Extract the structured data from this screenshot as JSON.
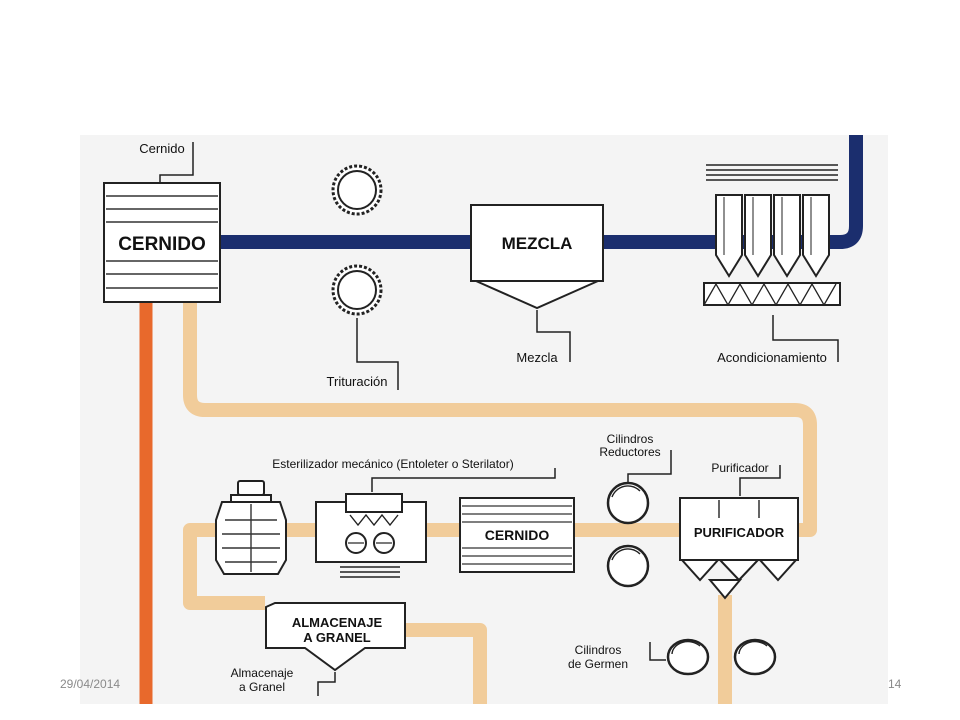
{
  "slide": {
    "date": "29/04/2014",
    "page_number": "14"
  },
  "diagram": {
    "colors": {
      "panel": "#f4f4f4",
      "navy_pipe": "#1b2e6e",
      "tan_pipe": "#f1cc9a",
      "orange_pipe": "#e8692c",
      "outline": "#222222"
    },
    "labels": {
      "cernido_top": "Cernido",
      "cernido_box": "CERNIDO",
      "trituracion": "Trituración",
      "mezcla_box": "MEZCLA",
      "mezcla_label": "Mezcla",
      "acondicionamiento": "Acondicionamiento",
      "esterilizador": "Esterilizador mecánico (Entoleter o Sterilator)",
      "cilindros_reductores_1": "Cilindros",
      "cilindros_reductores_2": "Reductores",
      "purificador_label": "Purificador",
      "purificador_box": "PURIFICADOR",
      "cernido_box_2": "CERNIDO",
      "almacenaje_box_1": "ALMACENAJE",
      "almacenaje_box_2": "A GRANEL",
      "almacenaje_label_1": "Almacenaje",
      "almacenaje_label_2": "a Granel",
      "cilindros_germen_1": "Cilindros",
      "cilindros_germen_2": "de Germen"
    }
  }
}
